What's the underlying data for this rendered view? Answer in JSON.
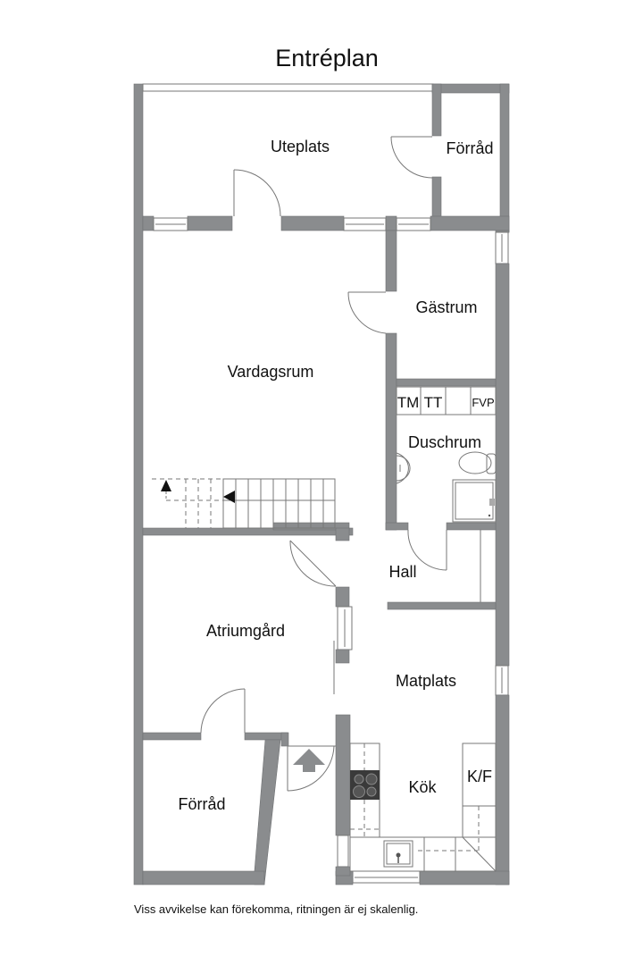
{
  "title": "Entréplan",
  "rooms": {
    "uteplats": "Uteplats",
    "forrad_top": "Förråd",
    "gastrum": "Gästrum",
    "vardagsrum": "Vardagsrum",
    "duschrum": "Duschrum",
    "hall": "Hall",
    "atriumgard": "Atriumgård",
    "matplats": "Matplats",
    "kok": "Kök",
    "forrad_bottom": "Förråd"
  },
  "fixtures": {
    "tm": "TM",
    "tt": "TT",
    "fvp": "FVP",
    "kf": "K/F"
  },
  "icons": {
    "entrance": "entrance-arrow-icon",
    "stairs": "stairs-icon",
    "stove": "stove-icon",
    "sink": "sink-icon",
    "toilet": "toilet-icon",
    "washbasin": "washbasin-icon",
    "shower": "shower-icon"
  },
  "colors": {
    "wall": "#8a8c8e",
    "line": "#777777",
    "background": "#ffffff"
  },
  "disclaimer": "Viss avvikelse kan förekomma, ritningen är ej skalenlig."
}
